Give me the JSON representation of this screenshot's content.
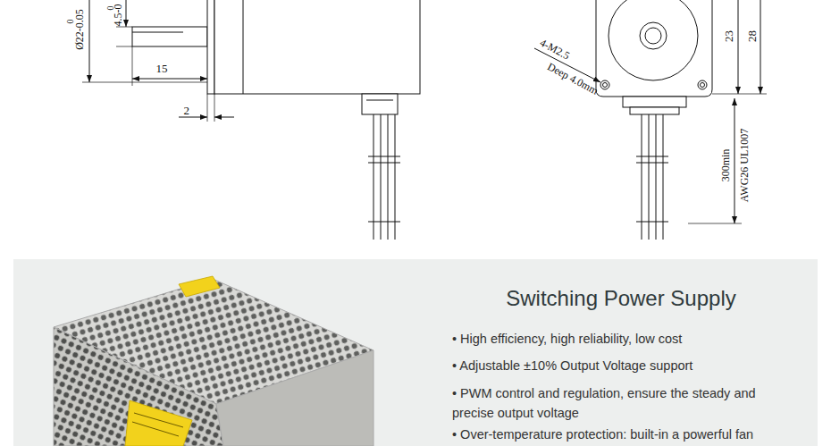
{
  "diagram": {
    "nodes": [
      {
        "text": [
          "Switching Power Supply",
          "• High efficiency, high reliability, low cost",
          "• Adjustable ±10% Output Voltage support",
          "• PWM control and regulation, ensure the steady and precise output voltage",
          "• Over-temperature protection: built-in a powerful fan"
        ]
      }
    ],
    "labels": [
      "0",
      "Ø22-0.05",
      "0",
      "4.5-0",
      "15",
      "2",
      "4-M2.5",
      "Deep 4.0mm",
      "23",
      "28",
      "300min",
      "AWG26 UL1007"
    ]
  }
}
